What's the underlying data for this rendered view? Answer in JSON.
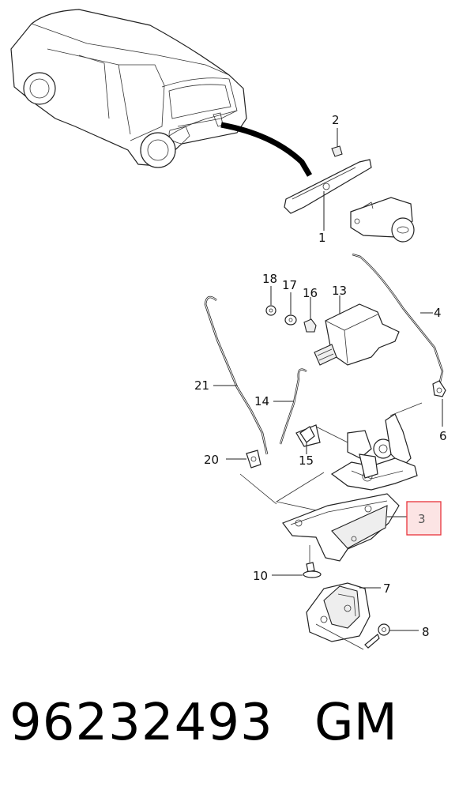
{
  "part_number": "96232493",
  "brand": "GM",
  "highlight_color": "#e8323a",
  "callouts": [
    {
      "id": "c1",
      "label": "1"
    },
    {
      "id": "c2",
      "label": "2"
    },
    {
      "id": "c3",
      "label": "3"
    },
    {
      "id": "c4",
      "label": "4"
    },
    {
      "id": "c6",
      "label": "6"
    },
    {
      "id": "c7",
      "label": "7"
    },
    {
      "id": "c8",
      "label": "8"
    },
    {
      "id": "c10",
      "label": "10"
    },
    {
      "id": "c13",
      "label": "13"
    },
    {
      "id": "c14",
      "label": "14"
    },
    {
      "id": "c15",
      "label": "15"
    },
    {
      "id": "c16",
      "label": "16"
    },
    {
      "id": "c17",
      "label": "17"
    },
    {
      "id": "c18",
      "label": "18"
    },
    {
      "id": "c20",
      "label": "20"
    },
    {
      "id": "c21",
      "label": "21"
    }
  ]
}
